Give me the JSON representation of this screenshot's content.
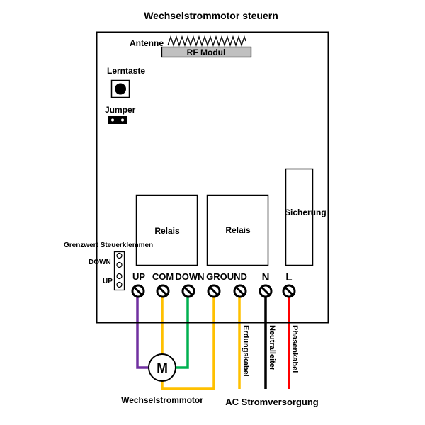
{
  "title": "Wechselstrommotor steuern",
  "board": {
    "antenna_label": "Antenne",
    "rf_module_label": "RF Modul",
    "learn_button_label": "Lerntaste",
    "jumper_label": "Jumper",
    "relay_1_label": "Relais",
    "relay_2_label": "Relais",
    "fuse_label": "Sicherung",
    "limit_switch_label": "Grenzwert Steuerklemmen",
    "limit_down_label": "DOWN",
    "limit_up_label": "UP"
  },
  "terminals": [
    {
      "label": "UP",
      "wire_color": "#7030A0"
    },
    {
      "label": "COM",
      "wire_color": "#FFC000"
    },
    {
      "label": "DOWN",
      "wire_color": "#00B050"
    },
    {
      "label": "GROUND",
      "wire_color": "#FFC000"
    },
    {
      "label": "",
      "wire_color": "#FFC000"
    },
    {
      "label": "N",
      "wire_color": "#000000"
    },
    {
      "label": "L",
      "wire_color": "#FF0000"
    }
  ],
  "cables": {
    "earth": "Erdungskabel",
    "neutral": "Neutralleiter",
    "phase": "Phasenkabel"
  },
  "motor": {
    "symbol": "M",
    "label": "Wechselstrommotor"
  },
  "power_label": "AC Stromversorgung",
  "colors": {
    "purple": "#7030A0",
    "yellow": "#FFC000",
    "green": "#00B050",
    "red": "#FF0000",
    "black": "#000000",
    "rf_fill": "#C0C0C0"
  }
}
